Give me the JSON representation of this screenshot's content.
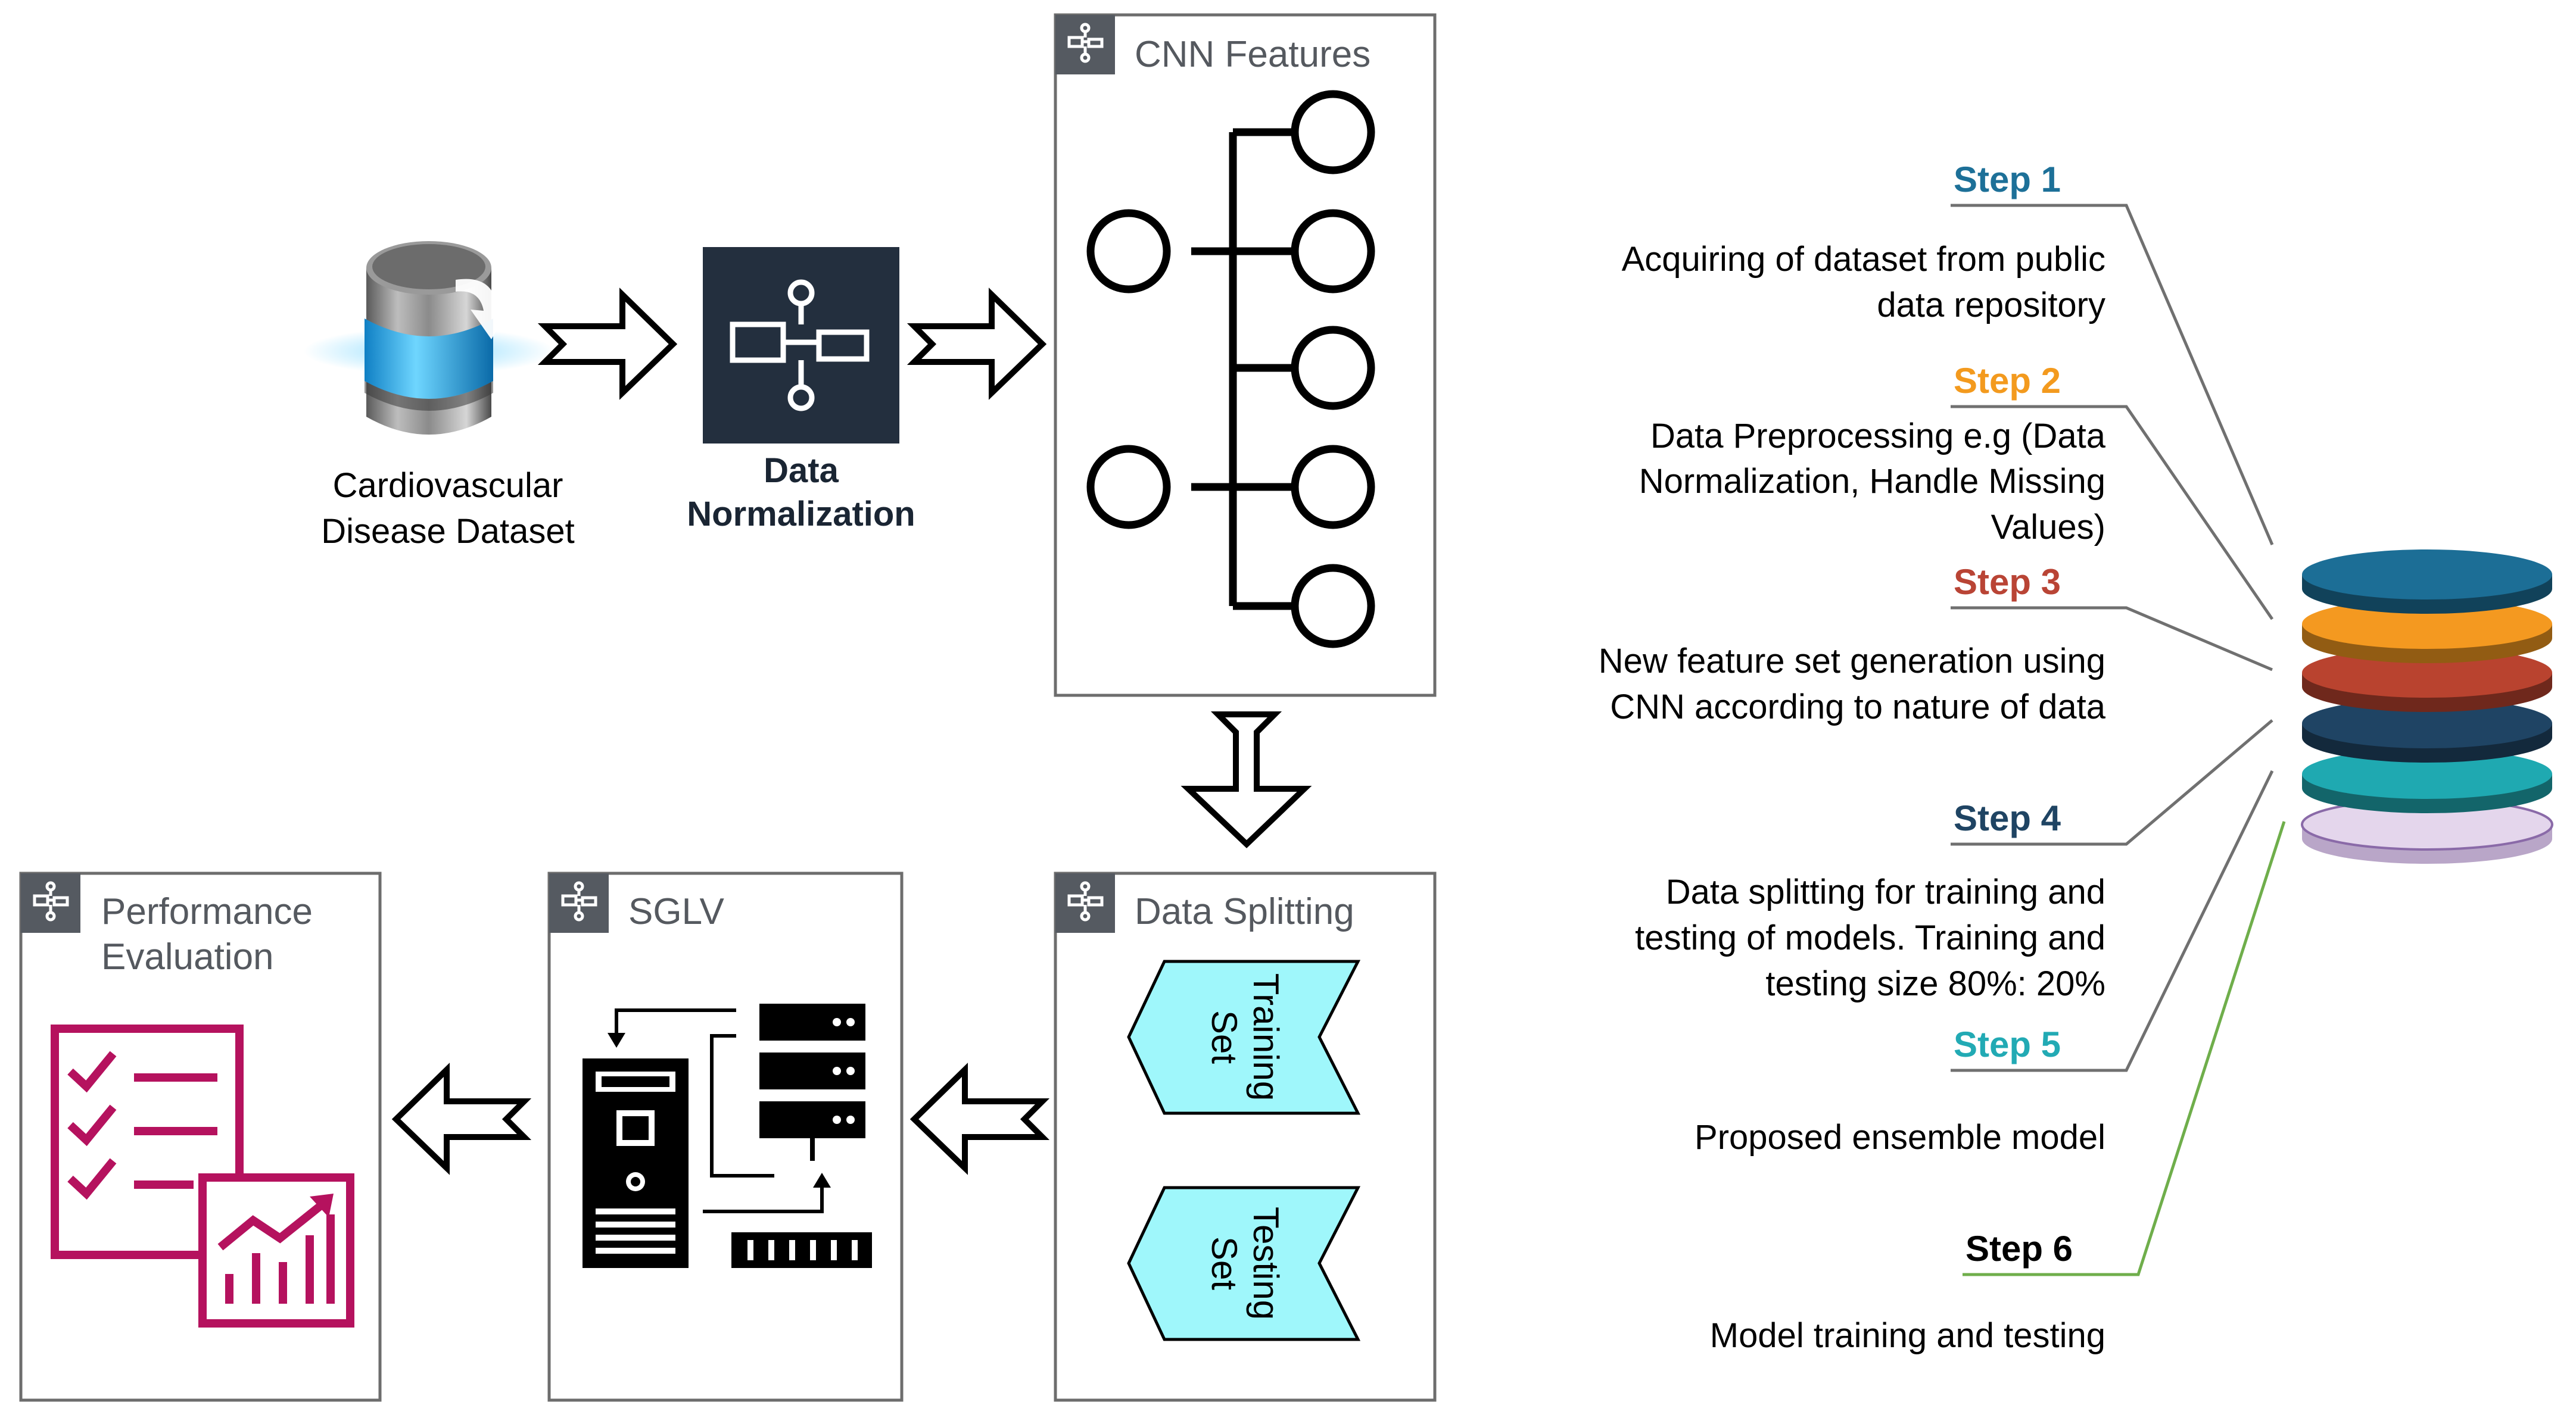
{
  "nodes": {
    "dataset": {
      "line1": "Cardiovascular",
      "line2": "Disease Dataset"
    },
    "normalization": {
      "line1": "Data",
      "line2": "Normalization"
    },
    "cnn": {
      "title": "CNN Features"
    },
    "splitting": {
      "title": "Data Splitting",
      "training_line1": "Training",
      "training_line2": "Set",
      "testing_line1": "Testing",
      "testing_line2": "Set"
    },
    "sglv": {
      "title": "SGLV"
    },
    "performance": {
      "title_line1": "Performance",
      "title_line2": "Evaluation"
    }
  },
  "steps": [
    {
      "label": "Step 1",
      "color": "#1d7098",
      "desc": [
        "Acquiring of dataset from public",
        "data repository"
      ]
    },
    {
      "label": "Step 2",
      "color": "#f39a1e",
      "desc": [
        "Data Preprocessing e.g (Data",
        "Normalization, Handle Missing",
        "Values)"
      ]
    },
    {
      "label": "Step 3",
      "color": "#b94435",
      "desc": [
        "New feature set generation using",
        "CNN according to nature of data"
      ]
    },
    {
      "label": "Step 4",
      "color": "#1f4463",
      "desc": [
        "Data splitting for training and",
        "testing of models. Training and",
        "testing size 80%: 20%"
      ]
    },
    {
      "label": "Step 5",
      "color": "#22aab4",
      "desc": [
        "Proposed ensemble model"
      ]
    },
    {
      "label": "Step 6",
      "color": "#000000",
      "desc": [
        "Model training and testing"
      ]
    }
  ],
  "colors": {
    "box_border": "#6d6d6d",
    "icon_badge": "#555a61",
    "normalization_bg": "#232f3e",
    "split_set_fill": "#9ff7fb",
    "performance_icon": "#b5125e",
    "step_line_gray": "#707070",
    "step_line_green": "#6fae4b",
    "disc_top_1": "#1c6e96",
    "disc_top_2": "#f49920",
    "disc_top_3": "#b9432f",
    "disc_top_4": "#1f4464",
    "disc_top_5": "#1fa9b1",
    "disc_top_6": "#e4d6ec"
  }
}
